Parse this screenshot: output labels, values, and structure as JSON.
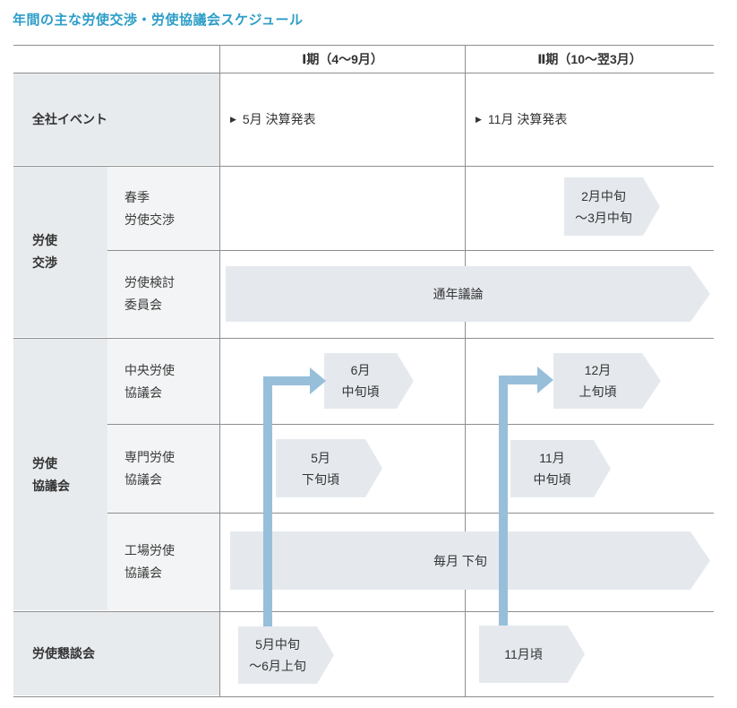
{
  "title": "年間の主な労使交渉・労使協議会スケジュール",
  "colors": {
    "accent_title": "#2C9DC7",
    "group_label_bg": "#E8EBEE",
    "sub_label_bg": "#F3F4F5",
    "shape_bg": "#E5E9EE",
    "connector_blue": "#97BFDA",
    "grid_line": "#8E8E8E",
    "text": "#333333"
  },
  "header": {
    "period1": "Ⅰ期（4〜9月）",
    "period2": "Ⅱ期（10〜翌3月）"
  },
  "rows": {
    "company_events": {
      "label": "全社イベント",
      "marker1": "▶",
      "event1": "5月 決算発表",
      "marker2": "▶",
      "event2": "11月 決算発表"
    },
    "negotiation": {
      "group_l1": "労使",
      "group_l2": "交渉",
      "spring_l1": "春季",
      "spring_l2": "労使交渉",
      "spring_box_l1": "2月中旬",
      "spring_box_l2": "〜3月中旬",
      "committee_l1": "労使検討",
      "committee_l2": "委員会",
      "committee_arrow": "通年議論"
    },
    "council": {
      "group_l1": "労使",
      "group_l2": "協議会",
      "central_l1": "中央労使",
      "central_l2": "協議会",
      "central_p1_l1": "6月",
      "central_p1_l2": "中旬頃",
      "central_p2_l1": "12月",
      "central_p2_l2": "上旬頃",
      "special_l1": "専門労使",
      "special_l2": "協議会",
      "special_p1_l1": "5月",
      "special_p1_l2": "下旬頃",
      "special_p2_l1": "11月",
      "special_p2_l2": "中旬頃",
      "factory_l1": "工場労使",
      "factory_l2": "協議会",
      "factory_arrow": "毎月 下旬"
    },
    "roundtable": {
      "label": "労使懇談会",
      "p1_l1": "5月中旬",
      "p1_l2": "〜6月上旬",
      "p2_l1": "11月頃"
    }
  }
}
